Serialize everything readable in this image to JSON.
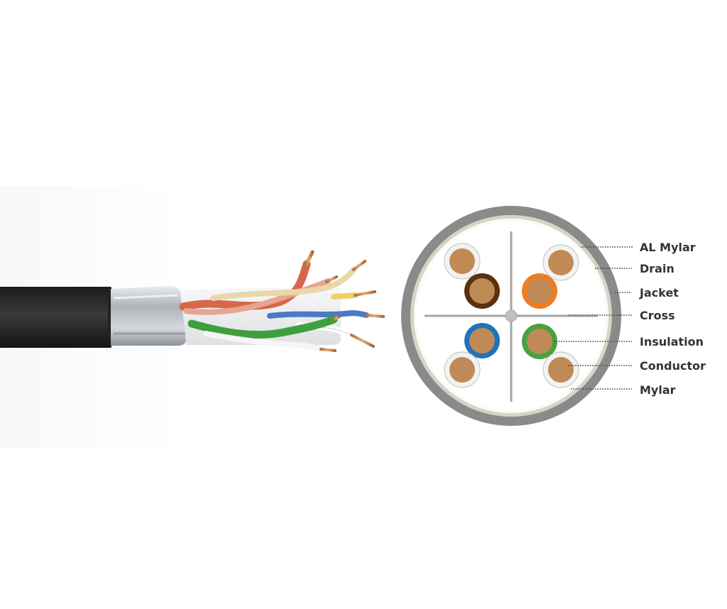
{
  "diagram": {
    "labels": [
      {
        "key": "al_mylar",
        "text": "AL Mylar"
      },
      {
        "key": "drain",
        "text": "Drain"
      },
      {
        "key": "jacket",
        "text": "Jacket"
      },
      {
        "key": "cross",
        "text": "Cross"
      },
      {
        "key": "insulation",
        "text": "Insulation"
      },
      {
        "key": "conductor",
        "text": "Conductor"
      },
      {
        "key": "mylar",
        "text": "Mylar"
      }
    ],
    "colors": {
      "jacket_outer": "#8a8a8a",
      "al_mylar_ring": "#d8d3c8",
      "fill_area": "#ffffff",
      "cross_separator": "#a6a6a6",
      "conductor_copper": "#c08a56",
      "insulation_brown": "#5a300e",
      "insulation_orange": "#ec7d25",
      "insulation_blue": "#1f73b9",
      "insulation_green": "#47a23f",
      "insulation_white": "#f2f2f2",
      "cable_jacket_black": "#2a2a2a",
      "foil_silver": "#c9ccd0"
    }
  }
}
